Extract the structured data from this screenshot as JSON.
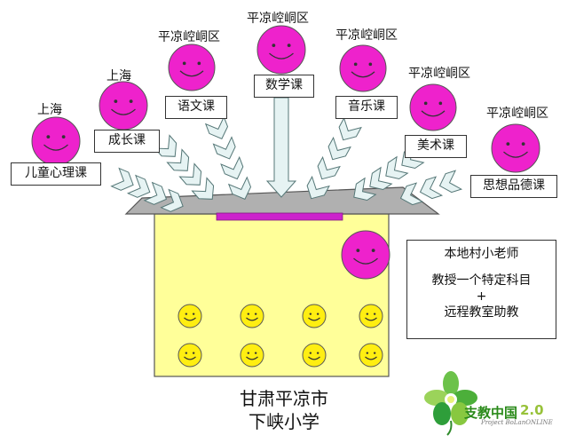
{
  "teachers": [
    {
      "location": "上海",
      "course": "儿童心理课"
    },
    {
      "location": "上海",
      "course": "成长课"
    },
    {
      "location": "平凉崆峒区",
      "course": "语文课"
    },
    {
      "location": "平凉崆峒区",
      "course": "数学课"
    },
    {
      "location": "平凉崆峒区",
      "course": "音乐课"
    },
    {
      "location": "平凉崆峒区",
      "course": "美术课"
    },
    {
      "location": "平凉崆峒区",
      "course": "思想品德课"
    }
  ],
  "info_box": {
    "line1": "本地村小老师",
    "line2": "教授一个特定科目",
    "line3": "+",
    "line4": "远程教室助教"
  },
  "school": {
    "line1": "甘肃平凉市",
    "line2": "下峡小学"
  },
  "logo": {
    "text": "支教中国",
    "number": "2.0",
    "subtitle": "Project BoLanONLINE"
  },
  "colors": {
    "teacher_face": "#ee22cc",
    "student_face": "#ffee11",
    "classroom": "#ffff99",
    "roof": "#b0b0b0",
    "arrow": "#e6f3f3",
    "screen": "#cc22cc"
  }
}
